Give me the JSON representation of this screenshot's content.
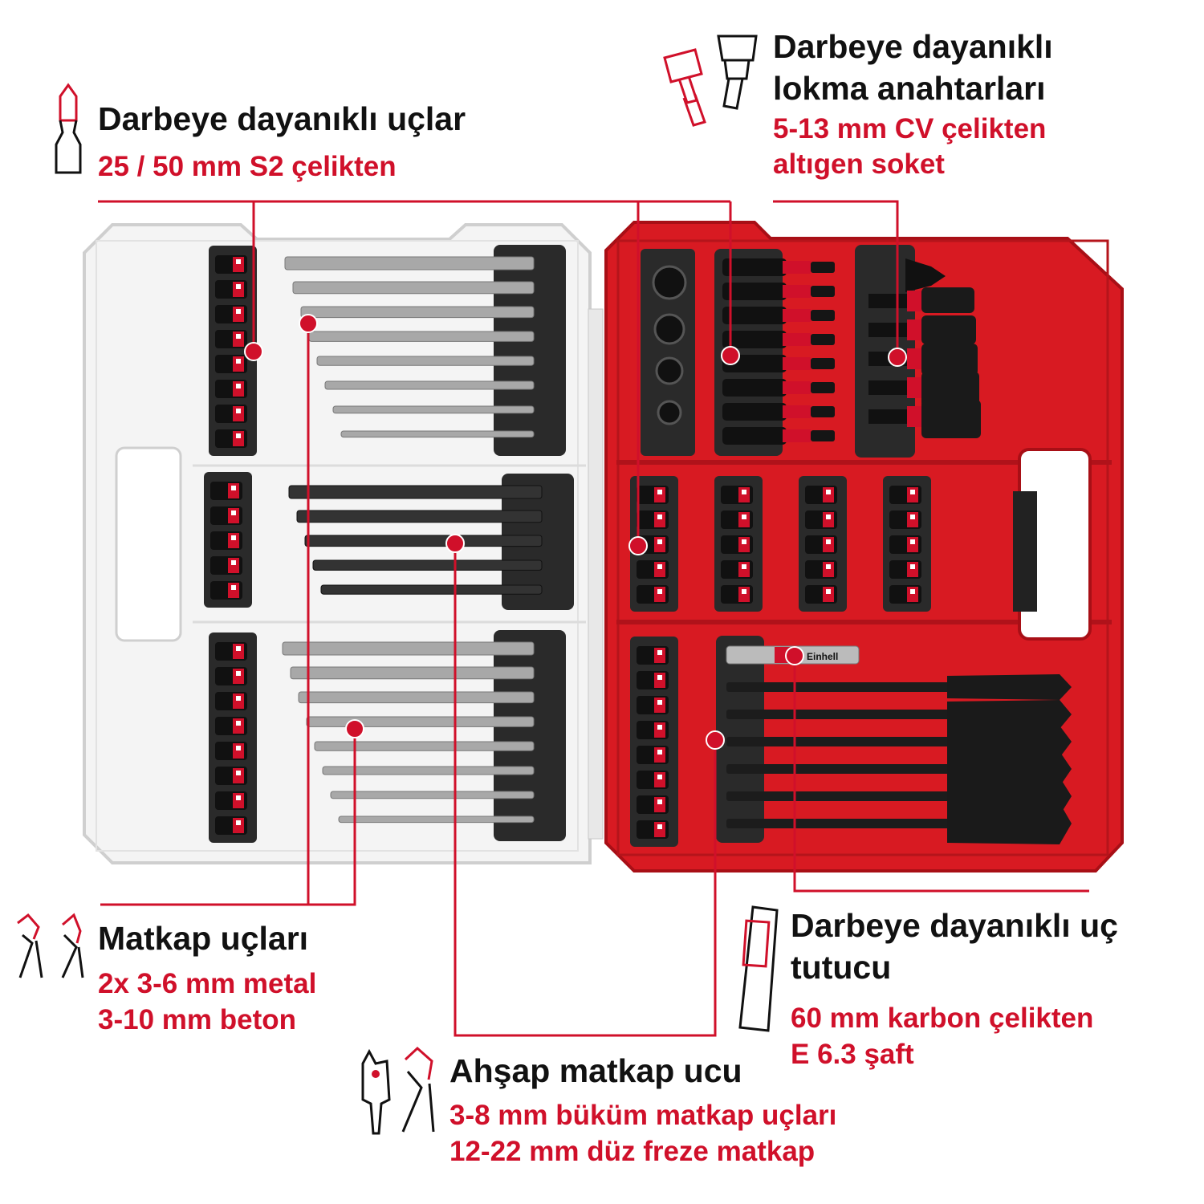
{
  "colors": {
    "accent": "#d0102a",
    "text": "#111111",
    "case_red": "#d81a22",
    "tray": "#2a2a2a"
  },
  "callouts": {
    "impact_bits": {
      "icon": "screwdriver-bit-icon",
      "title": "Darbeye dayanıklı uçlar",
      "sub": [
        "25 / 50 mm S2 çelikten"
      ]
    },
    "impact_sockets": {
      "icon": "socket-icon",
      "title": [
        "Darbeye dayanıklı",
        "lokma anahtarları"
      ],
      "sub": [
        "5-13 mm CV çelikten",
        "altıgen soket"
      ]
    },
    "drill_bits": {
      "icon": "drill-bit-icon",
      "title": "Matkap uçları",
      "sub": [
        "2x 3-6 mm metal",
        "3-10 mm beton"
      ]
    },
    "bit_holder": {
      "icon": "bit-holder-icon",
      "title": [
        "Darbeye dayanıklı uç",
        "tutucu"
      ],
      "sub": [
        "60 mm karbon çelikten",
        "E 6.3 şaft"
      ]
    },
    "wood_drill": {
      "icon": "wood-drill-icon",
      "title": "Ahşap matkap ucu",
      "sub": [
        "3-8 mm büküm matkap uçları",
        "12-22 mm düz freze matkap"
      ]
    }
  },
  "brand_label": "Einhell"
}
